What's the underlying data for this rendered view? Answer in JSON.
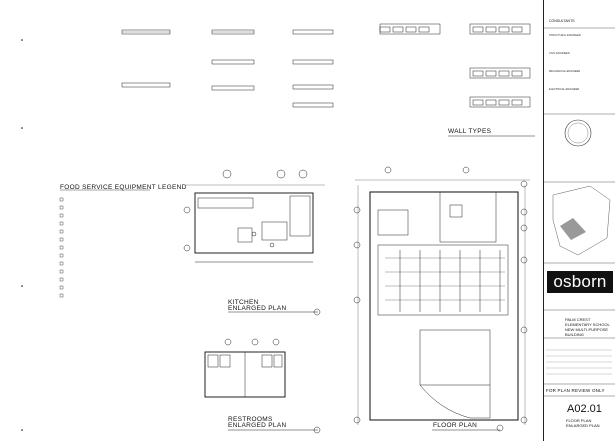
{
  "drawing": {
    "wall_types_title": "WALL TYPES",
    "legend_title": "FOOD SERVICE EQUIPMENT LEGEND",
    "kitchen_title": [
      "KITCHEN",
      "ENLARGED PLAN"
    ],
    "restrooms_title": [
      "RESTROOMS",
      "ENLARGED PLAN"
    ],
    "floor_plan_title": "FLOOR PLAN"
  },
  "titleblock": {
    "consultants": "CONSULTANTS",
    "consultant_names": [
      "STRUCTURAL ENGINEER",
      "CIVIL ENGINEER",
      "MECHANICAL ENGINEER",
      "ELECTRICAL ENGINEER"
    ],
    "logo": "osborn",
    "project": [
      "PALM CREST",
      "ELEMENTARY SCHOOL",
      "NEW MULTI-PURPOSE BUILDING"
    ],
    "for_plan_review": "FOR PLAN REVIEW ONLY",
    "sheet_number": "A02.01",
    "sheet_name": [
      "FLOOR PLAN",
      "ENLARGED PLAN"
    ]
  },
  "colors": {
    "ink": "#111111",
    "paper": "#ffffff",
    "logo_bg": "#111111"
  }
}
